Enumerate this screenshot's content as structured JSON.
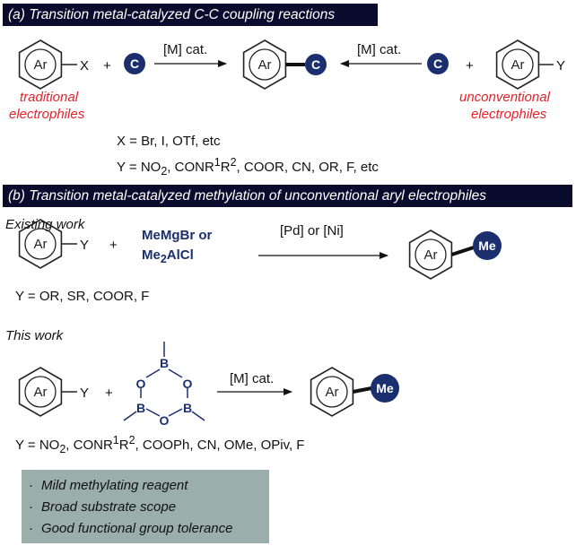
{
  "section_a": {
    "title": "(a) Transition metal-catalyzed C-C coupling reactions",
    "ar": "Ar",
    "x_atom": "X",
    "y_atom": "Y",
    "plus": "+",
    "carbon": "C",
    "catalyst": "[M] cat.",
    "traditional_label": [
      "traditional",
      "electrophiles"
    ],
    "unconventional_label": [
      "unconventional",
      "electrophiles"
    ],
    "x_definition": "X = Br, I, OTf, etc",
    "y_definition": {
      "prefix": "Y = NO",
      "sub2": "2",
      "mid1": ", CONR",
      "sup1": "1",
      "mid2": "R",
      "sup2": "2",
      "suffix": ", COOR, CN, OR, F, etc"
    }
  },
  "section_b": {
    "title": "(b) Transition metal-catalyzed methylation of unconventional aryl electrophiles",
    "existing_title": "Existing work",
    "reagent_line1": "MeMgBr or",
    "reagent_line2": {
      "prefix": "Me",
      "sub": "2",
      "suffix": "AlCl"
    },
    "existing_catalyst": "[Pd] or [Ni]",
    "me": "Me",
    "existing_y_definition": "Y = OR, SR, COOR, F",
    "this_title": "This work",
    "boron": "B",
    "oxygen": "O",
    "this_catalyst": "[M] cat.",
    "this_y_definition": {
      "prefix": "Y = NO",
      "sub2": "2",
      "mid1": ", CONR",
      "sup1": "1",
      "mid2": "R",
      "sup2": "2",
      "suffix": ", COOPh, CN, OMe, OPiv, F"
    },
    "features": [
      "Mild methylating reagent",
      "Broad substrate scope",
      "Good functional group tolerance"
    ],
    "bullet": "·"
  },
  "colors": {
    "navy": "#0b0b2e",
    "circle": "#1b2f6e",
    "red": "#e8202a",
    "feature_box": "#9aaeab"
  }
}
